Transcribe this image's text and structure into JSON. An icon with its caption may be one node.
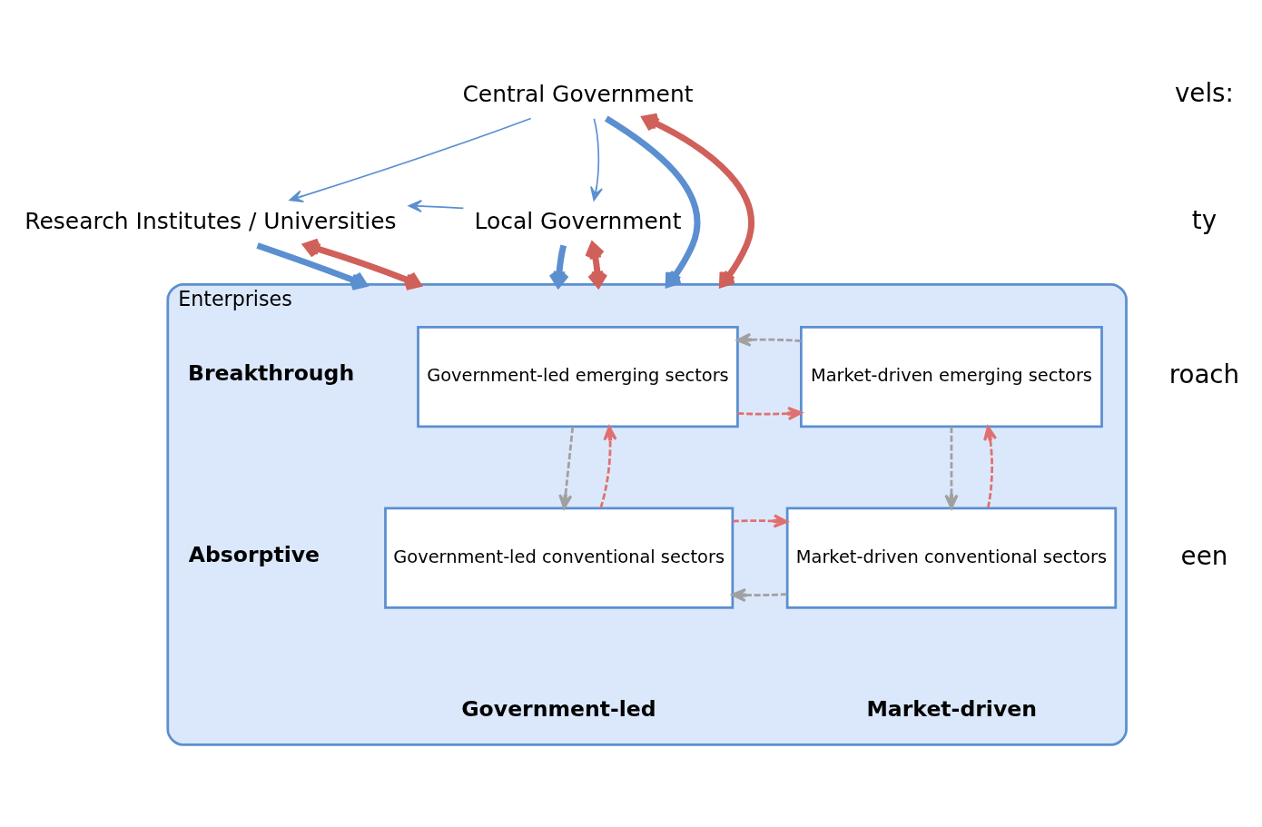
{
  "diagram": {
    "nodes": [
      {
        "text": [
          "Central Government"
        ]
      },
      {
        "text": [
          "Research Institutes / Universities"
        ]
      },
      {
        "text": [
          "Local Government"
        ]
      },
      {
        "text": [
          "Enterprises"
        ]
      },
      {
        "text": [
          "Government-led emerging sectors"
        ],
        "in": 3
      },
      {
        "text": [
          "Market-driven emerging sectors"
        ],
        "in": 3
      },
      {
        "text": [
          "Government-led conventional sectors"
        ],
        "in": 3
      },
      {
        "text": [
          "Market-driven conventional sectors"
        ],
        "in": 3
      }
    ],
    "edges": [
      {
        "from": 0,
        "to": 1,
        "arrow": "to"
      },
      {
        "from": 0,
        "to": 2,
        "arrow": "to"
      },
      {
        "from": 2,
        "to": 1,
        "arrow": "to"
      },
      {
        "from": 0,
        "to": 3,
        "arrow": "to",
        "style": "thick"
      },
      {
        "from": 0,
        "to": 3,
        "arrow": "both",
        "style": "thick",
        "color": "#d0605a"
      },
      {
        "from": 1,
        "to": 3,
        "arrow": "to",
        "style": "thick"
      },
      {
        "from": 1,
        "to": 3,
        "arrow": "both",
        "style": "thick",
        "color": "#d0605a"
      },
      {
        "from": 2,
        "to": 3,
        "arrow": "to",
        "style": "thick"
      },
      {
        "from": 2,
        "to": 3,
        "arrow": "both",
        "style": "thick",
        "color": "#d0605a"
      },
      {
        "from": 4,
        "to": 5,
        "arrow": "to",
        "style": "dashed",
        "color": "#e07070"
      },
      {
        "from": 5,
        "to": 4,
        "arrow": "to",
        "style": "dashed",
        "color": "#a0a0a0"
      },
      {
        "from": 4,
        "to": 6,
        "arrow": "to",
        "style": "dashed",
        "color": "#a0a0a0"
      },
      {
        "from": 5,
        "to": 7,
        "arrow": "to",
        "style": "dashed",
        "color": "#a0a0a0"
      },
      {
        "from": 7,
        "to": 6,
        "arrow": "to",
        "style": "dashed",
        "color": "#a0a0a0"
      },
      {
        "from": 6,
        "to": 7,
        "arrow": "to",
        "style": "dashed",
        "color": "#e07070"
      },
      {
        "from": 6,
        "to": 4,
        "arrow": "to",
        "style": "dashed",
        "color": "#e07070"
      },
      {
        "from": 7,
        "to": 5,
        "arrow": "to",
        "style": "dashed",
        "color": "#e07070"
      }
    ],
    "labels": [
      "vels:",
      "ty",
      "roach",
      "een",
      "Breakthrough",
      "Absorptive",
      "Government-led",
      "Market-driven"
    ]
  }
}
